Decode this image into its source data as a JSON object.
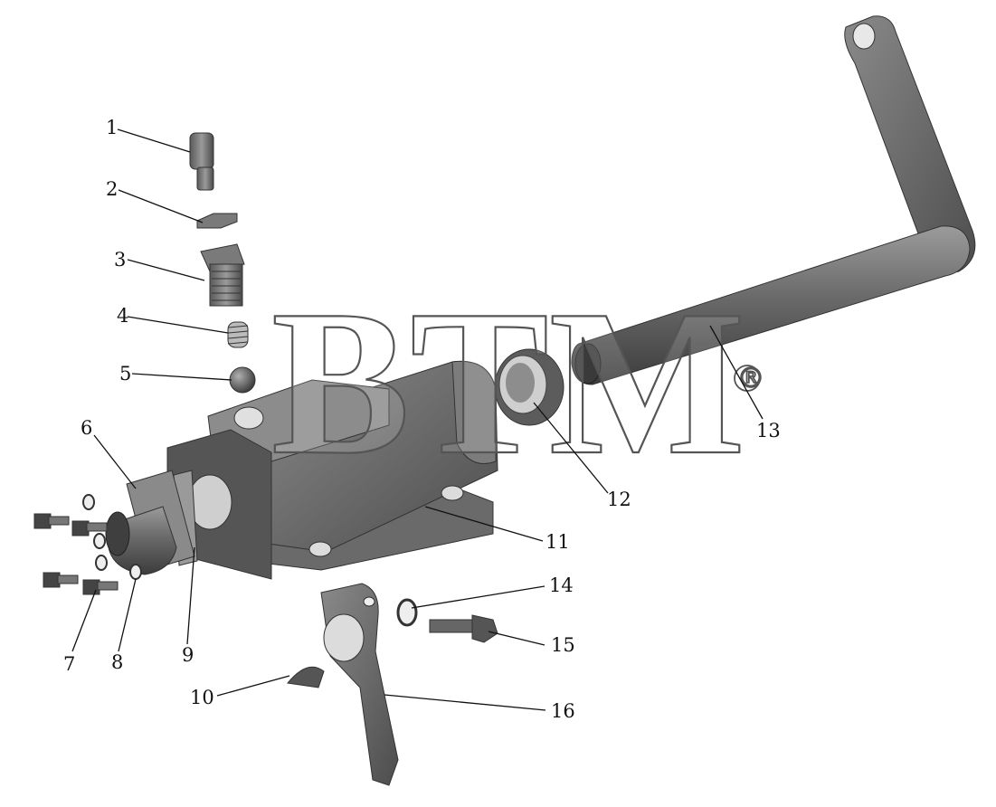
{
  "watermark": {
    "text": "BTM",
    "registered": "®"
  },
  "callouts": [
    "1",
    "2",
    "3",
    "4",
    "5",
    "6",
    "7",
    "8",
    "9",
    "10",
    "11",
    "12",
    "13",
    "14",
    "15",
    "16"
  ],
  "colors": {
    "part_dark": "#4a4a4a",
    "part_mid": "#6e6e6e",
    "part_light": "#9a9a9a",
    "line": "#111111"
  }
}
